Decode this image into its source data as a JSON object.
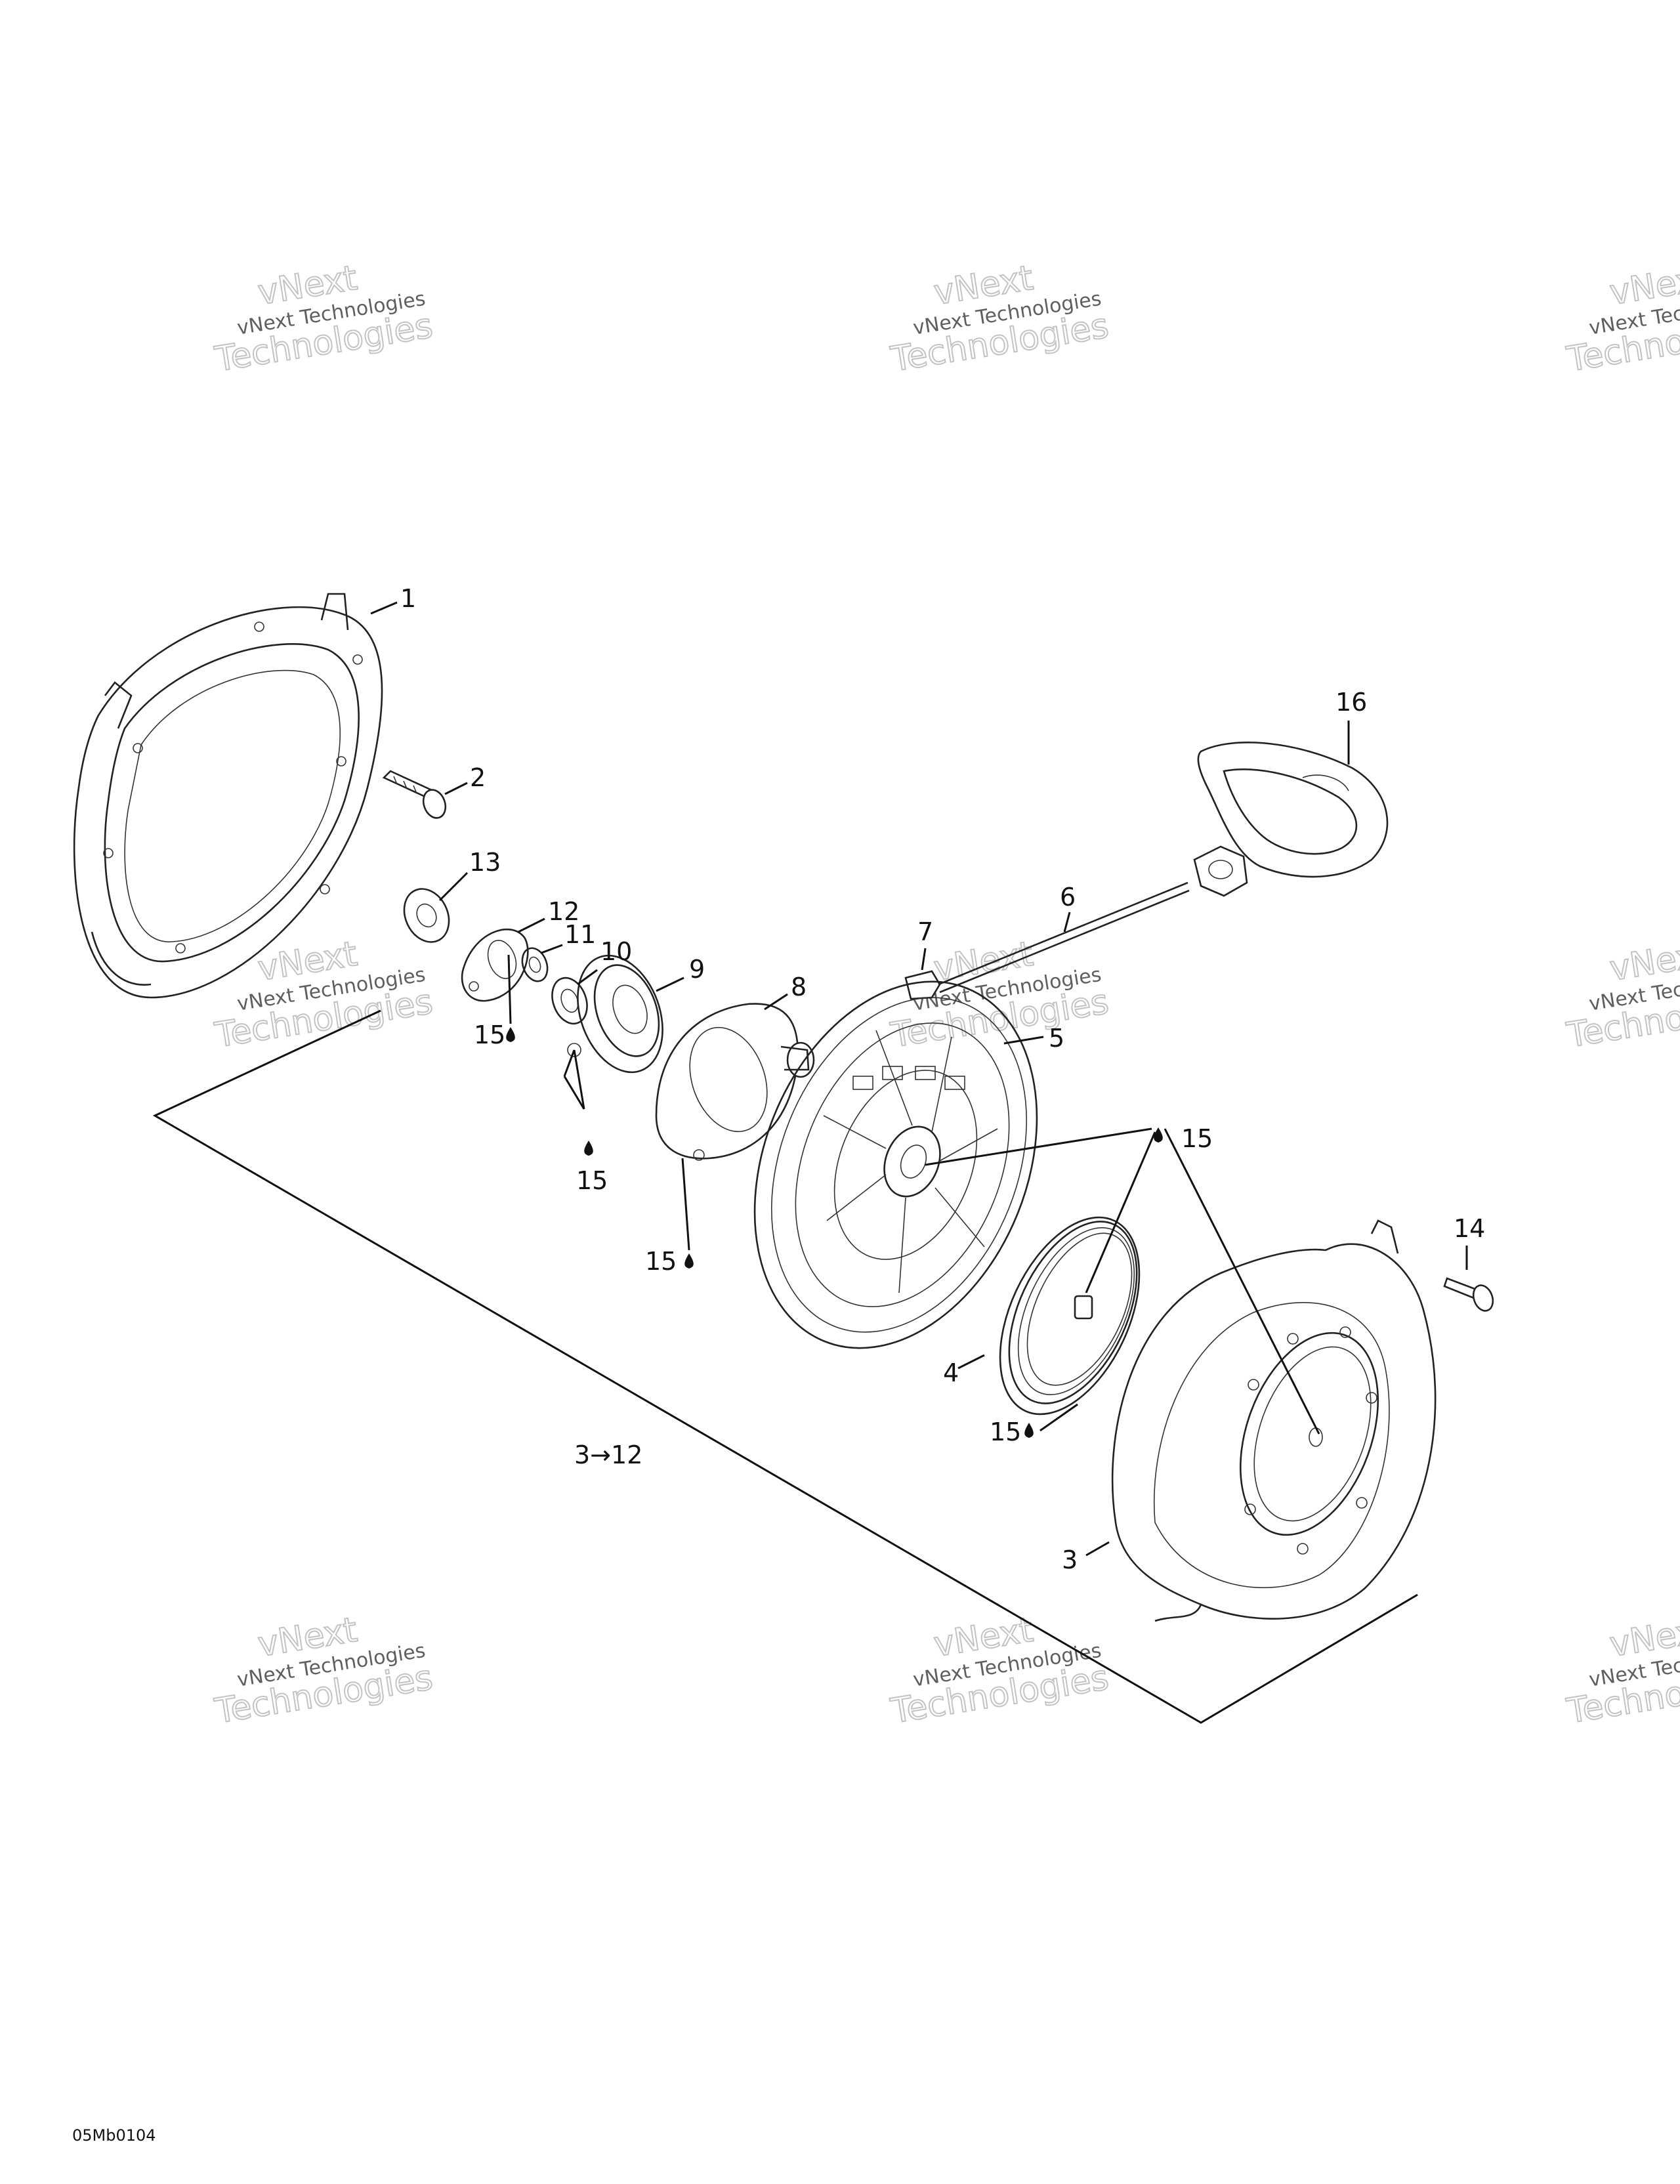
{
  "diagram": {
    "reference_code": "05Mb0104",
    "callouts": [
      {
        "id": "c1",
        "text": "1"
      },
      {
        "id": "c2",
        "text": "2"
      },
      {
        "id": "c3",
        "text": "3"
      },
      {
        "id": "c312",
        "text": "3→12"
      },
      {
        "id": "c4",
        "text": "4"
      },
      {
        "id": "c5",
        "text": "5"
      },
      {
        "id": "c6",
        "text": "6"
      },
      {
        "id": "c7",
        "text": "7"
      },
      {
        "id": "c8",
        "text": "8"
      },
      {
        "id": "c9",
        "text": "9"
      },
      {
        "id": "c10",
        "text": "10"
      },
      {
        "id": "c11",
        "text": "11"
      },
      {
        "id": "c12",
        "text": "12"
      },
      {
        "id": "c13",
        "text": "13"
      },
      {
        "id": "c14",
        "text": "14"
      },
      {
        "id": "c16",
        "text": "16"
      },
      {
        "id": "c15a",
        "text": "15"
      },
      {
        "id": "c15b",
        "text": "15"
      },
      {
        "id": "c15c",
        "text": "15"
      },
      {
        "id": "c15d",
        "text": "15"
      },
      {
        "id": "c15e",
        "text": "15"
      }
    ],
    "watermark": {
      "line1": "vNext Technologies",
      "line2": "vNext",
      "line3": "Technologies"
    }
  }
}
